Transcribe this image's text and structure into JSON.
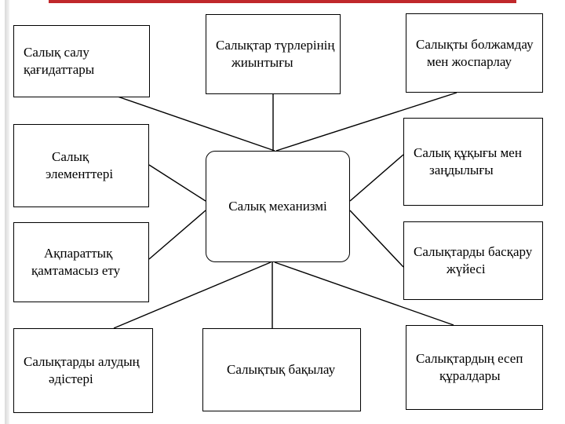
{
  "diagram": {
    "center": {
      "label": "Салық механизмі"
    },
    "nodes": [
      {
        "id": "tax-rules",
        "lines": [
          "Салық салу",
          "қағидаттары"
        ]
      },
      {
        "id": "tax-types",
        "lines": [
          "Салықтар түрлерінің",
          "жиынтығы"
        ]
      },
      {
        "id": "tax-forecast",
        "lines": [
          "Салықты болжамдау",
          "мен жоспарлау"
        ]
      },
      {
        "id": "tax-elements",
        "lines": [
          "Салық",
          "элементтері"
        ]
      },
      {
        "id": "tax-law",
        "lines": [
          "Салық құқығы мен",
          "заңдылығы"
        ]
      },
      {
        "id": "info-support",
        "lines": [
          "Ақпараттық",
          "қамтамасыз ету"
        ]
      },
      {
        "id": "tax-management",
        "lines": [
          "Салықтарды басқару",
          "жүйесі"
        ]
      },
      {
        "id": "tax-collection",
        "lines": [
          "Салықтарды алудың",
          "әдістері"
        ]
      },
      {
        "id": "tax-control",
        "lines": [
          "Салықтық бақылау"
        ]
      },
      {
        "id": "tax-accounting",
        "lines": [
          "Салықтардың есеп",
          "құралдары"
        ]
      }
    ]
  }
}
